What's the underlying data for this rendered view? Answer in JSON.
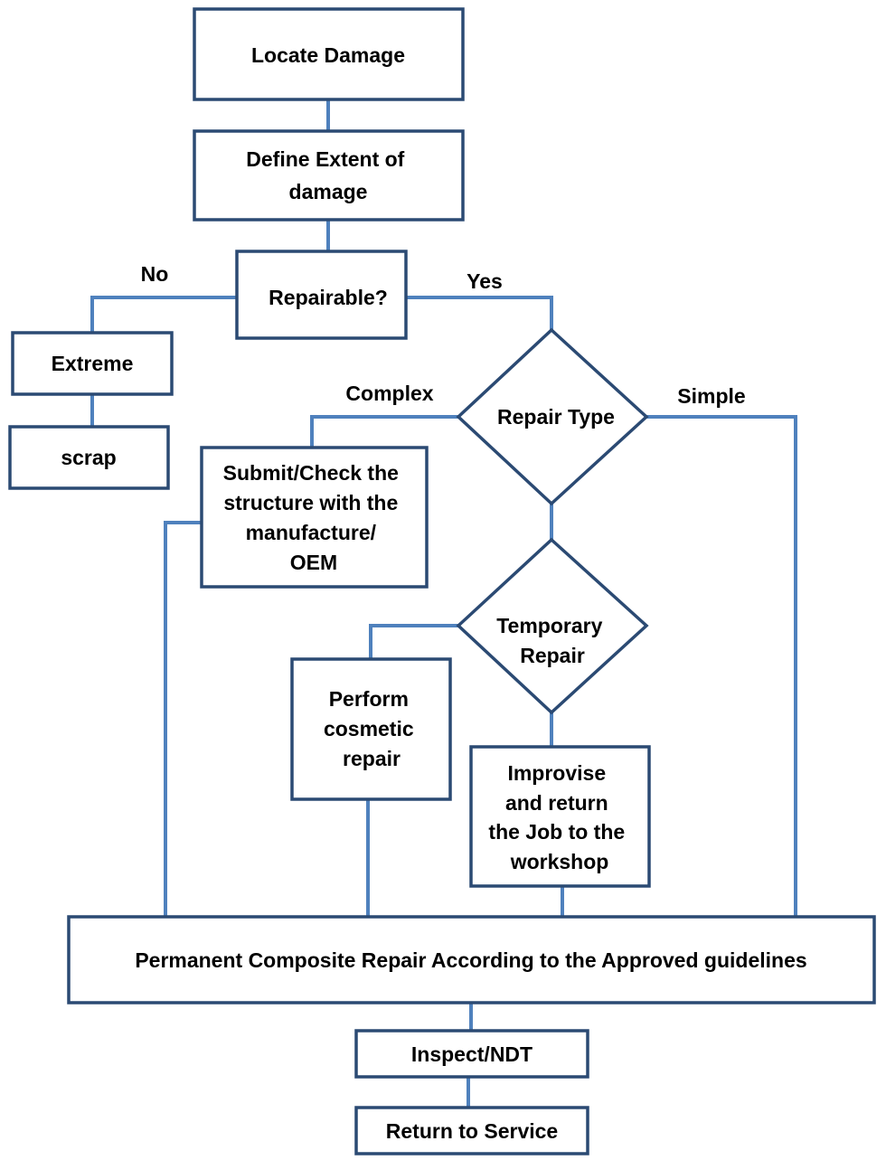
{
  "diagram": {
    "nodes": {
      "locate": "Locate Damage",
      "define": [
        "Define Extent of",
        "damage"
      ],
      "repairable": "Repairable?",
      "extreme": "Extreme",
      "scrap": "scrap",
      "repair_type": "Repair Type",
      "submit": [
        "Submit/Check the",
        "structure with the",
        "manufacture/",
        "OEM"
      ],
      "temporary": [
        "Temporary",
        "Repair"
      ],
      "cosmetic": [
        "Perform",
        "cosmetic",
        "repair"
      ],
      "improvise": [
        "Improvise",
        "and return",
        "the Job to the",
        "workshop"
      ],
      "permanent": "Permanent Composite Repair According to the Approved guidelines",
      "inspect": "Inspect/NDT",
      "return": "Return to Service"
    },
    "edge_labels": {
      "no": "No",
      "yes": "Yes",
      "complex": "Complex",
      "simple": "Simple"
    }
  }
}
